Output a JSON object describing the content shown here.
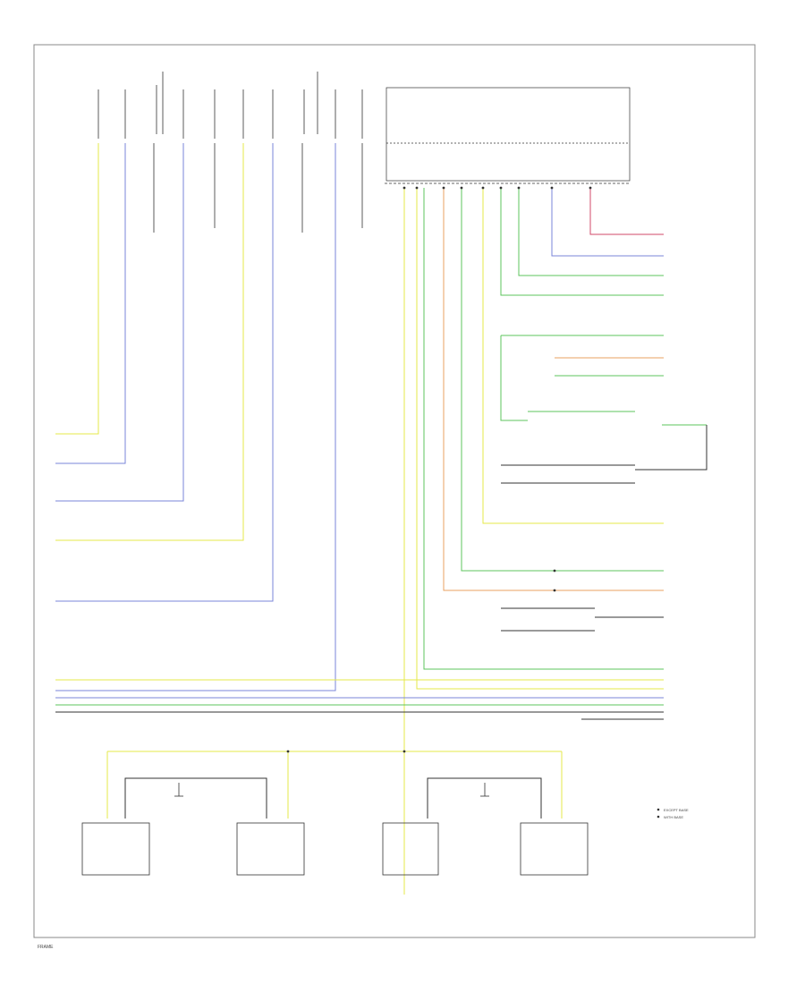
{
  "diagram": {
    "page_label": "FRAME",
    "colors": {
      "yellow": "#e6e84a",
      "blue": "#7a84d8",
      "green": "#5cc45c",
      "red": "#d04a6a",
      "orange": "#e8a060",
      "black": "#333333",
      "frame": "#888888"
    },
    "legend": {
      "items": [
        "EXCEPT BASE",
        "WITH BASE"
      ]
    }
  }
}
